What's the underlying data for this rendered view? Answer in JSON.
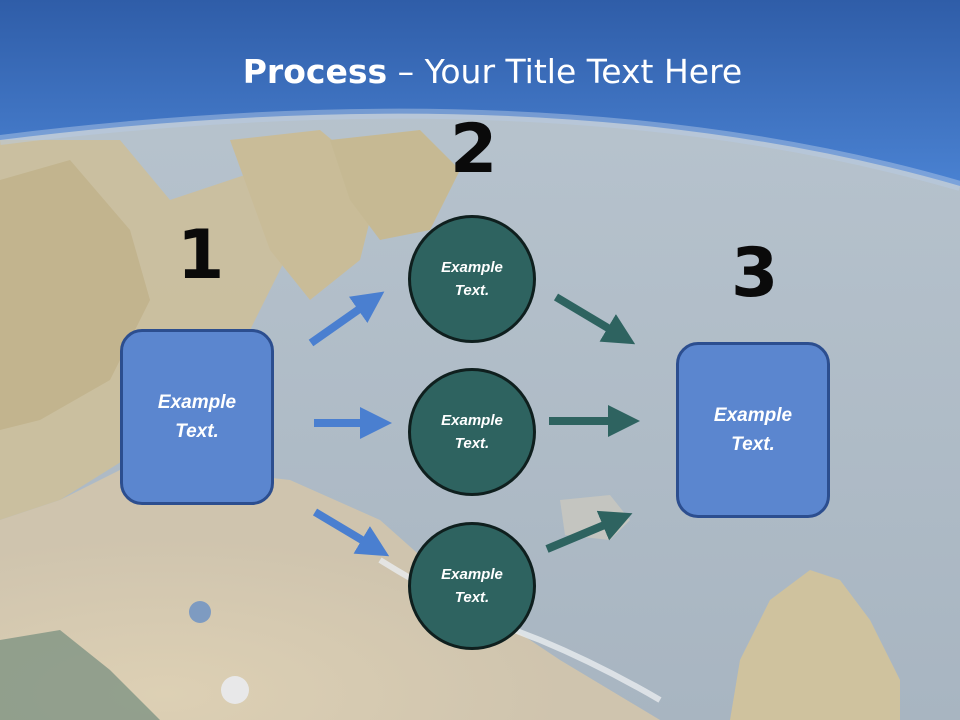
{
  "title": {
    "bold": "Process",
    "rest": " – Your Title Text Here"
  },
  "steps": {
    "one": "1",
    "two": "2",
    "three": "3"
  },
  "boxes": {
    "left": "Example\nText.",
    "right": "Example\nText."
  },
  "circles": {
    "top": "Example\nText.",
    "middle": "Example\nText.",
    "bottom": "Example\nText."
  },
  "colors": {
    "header_blue": "#3a6fc4",
    "box_fill": "#5b86cf",
    "circle_fill": "#2e6360",
    "arrow_blue": "#4a7fd0",
    "arrow_teal": "#2e6360"
  }
}
